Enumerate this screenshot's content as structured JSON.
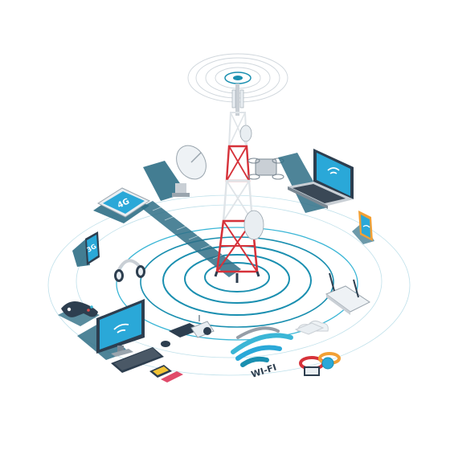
{
  "labels": {
    "tablet_network": "4G",
    "phone_network": "3G",
    "wifi_sign": "WI-FI"
  },
  "colors": {
    "teal": "#1a8fb0",
    "teal_light": "#3bb6d6",
    "ring": "#7ec5d8",
    "tower_red": "#d6323a",
    "tower_white": "#e9eef2",
    "shadow": "#2f6f86",
    "device_dark": "#2d3e4f",
    "screen": "#2aa8d8"
  },
  "icons": [
    "signal-wave-icon",
    "wifi-icon",
    "satellite-dish-icon",
    "gamepad-icon",
    "headphones-icon",
    "camera-icon",
    "router-icon",
    "laptop-icon",
    "monitor-icon",
    "tablet-icon",
    "phone-icon",
    "drone-icon",
    "mouse-icon",
    "keyboard-icon",
    "sd-card-icon",
    "smartwatch-icon",
    "cloud-icon",
    "globe-icon"
  ]
}
